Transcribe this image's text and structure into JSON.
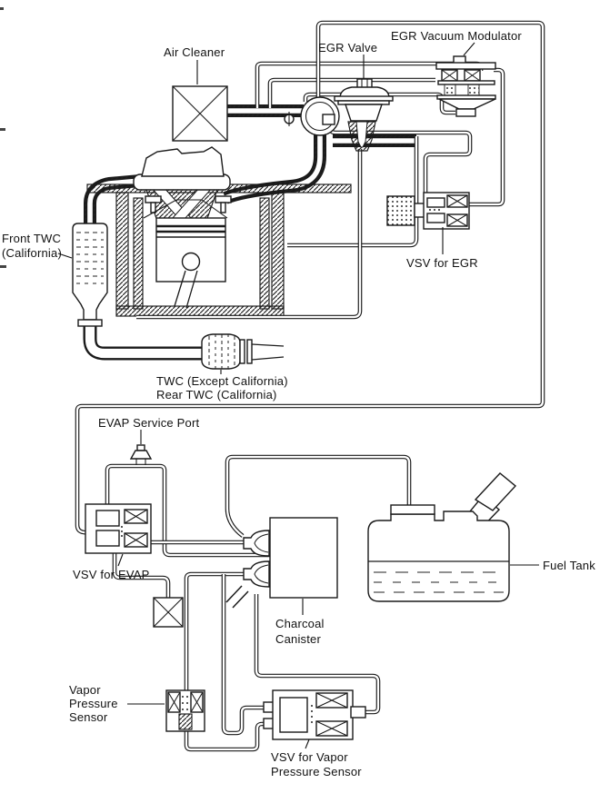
{
  "colors": {
    "background": "#ffffff",
    "line": "#1a1a1a",
    "text": "#111111"
  },
  "labels": {
    "air_cleaner": {
      "text": "Air Cleaner"
    },
    "egr_valve": {
      "text": "EGR Valve"
    },
    "egr_vacuum_modulator": {
      "text": "EGR Vacuum Modulator"
    },
    "front_twc": {
      "line1": "Front TWC",
      "line2": "(California)"
    },
    "vsv_egr": {
      "text": "VSV for EGR"
    },
    "twc": {
      "line1": "TWC (Except California)",
      "line2": "Rear TWC (California)"
    },
    "evap_service_port": {
      "text": "EVAP Service Port"
    },
    "vsv_evap": {
      "text": "VSV for EVAP"
    },
    "charcoal_canister": {
      "line1": "Charcoal",
      "line2": "Canister"
    },
    "fuel_tank": {
      "text": "Fuel Tank"
    },
    "vapor_pressure_sensor": {
      "line1": "Vapor",
      "line2": "Pressure",
      "line3": "Sensor"
    },
    "vsv_vapor_pressure_sensor": {
      "line1": "VSV for Vapor",
      "line2": "Pressure Sensor"
    }
  }
}
